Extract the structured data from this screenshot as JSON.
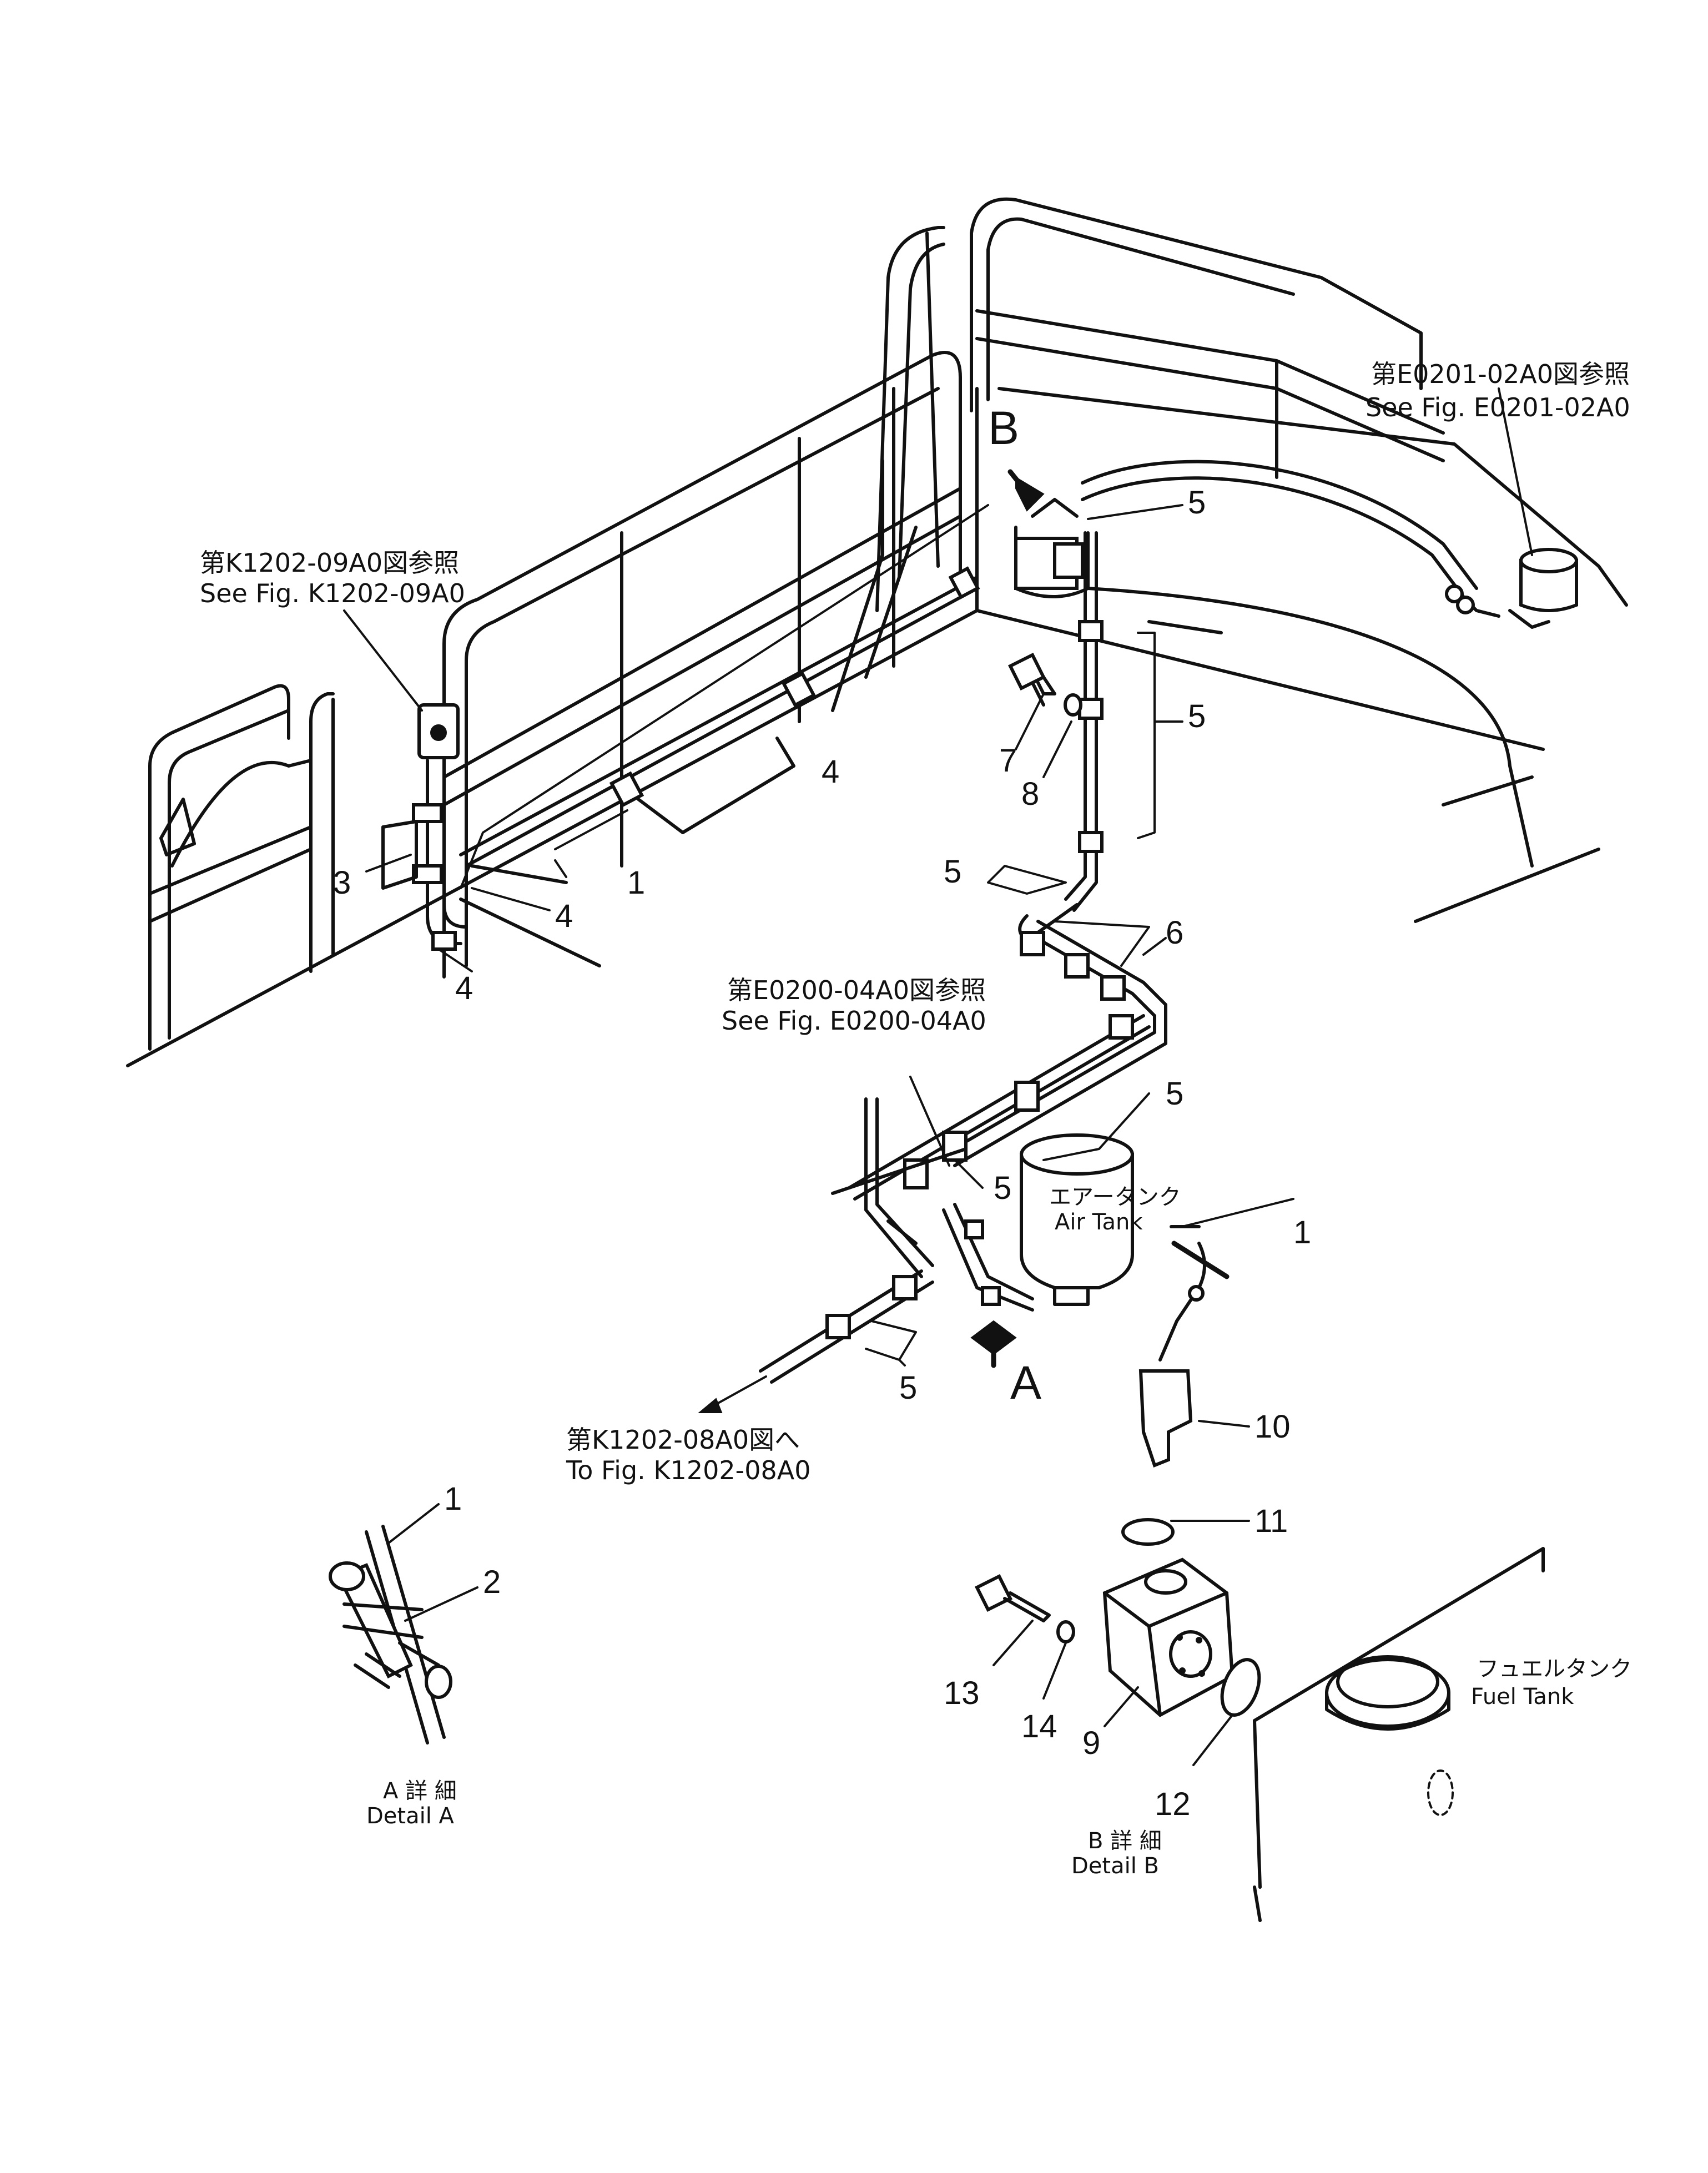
{
  "refs": {
    "top_right_jp": "第E0201-02A0図参照",
    "top_right_en": "See  Fig. E0201-02A0",
    "left_jp": "第K1202-09A0図参照",
    "left_en": "See  Fig. K1202-09A0",
    "mid_jp": "第E0200-04A0図参照",
    "mid_en": "See  Fig. E0200-04A0",
    "bottom_jp": "第K1202-08A0図へ",
    "bottom_en": "To  Fig. K1202-08A0"
  },
  "views": {
    "a": "A",
    "b": "B"
  },
  "parts": {
    "p1": "1",
    "p2": "2",
    "p3": "3",
    "p4": "4",
    "p5": "5",
    "p6": "6",
    "p7": "7",
    "p8": "8",
    "p9": "9",
    "p10": "10",
    "p11": "11",
    "p12": "12",
    "p13": "13",
    "p14": "14"
  },
  "components": {
    "air_tank_jp": "エアータンク",
    "air_tank_en": "Air  Tank",
    "fuel_tank_jp": "フュエルタンク",
    "fuel_tank_en": "Fuel  Tank"
  },
  "details": {
    "a_jp": "A 詳 細",
    "a_en": "Detail  A",
    "b_jp": "B 詳 細",
    "b_en": "Detail  B"
  }
}
